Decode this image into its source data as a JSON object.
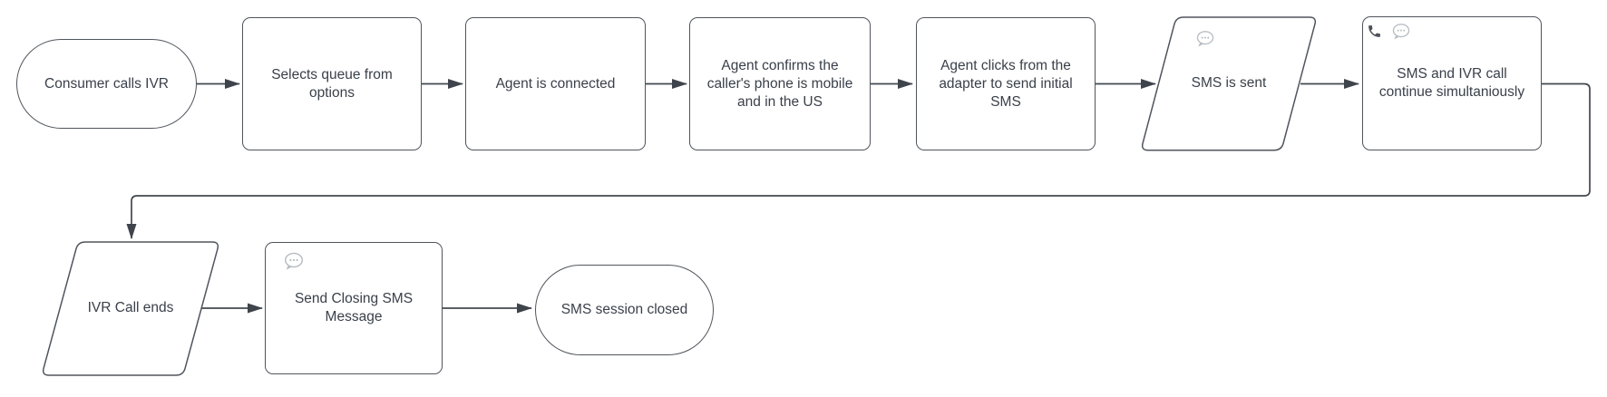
{
  "diagram": {
    "title": "IVR SMS call flowchart",
    "background": "#ffffff"
  },
  "colors": {
    "shape_fill": "#ffffff",
    "shape_border": "#50555c",
    "text": "#3a404a",
    "connector": "#43484f",
    "arrowhead": "#3f444c",
    "icon_gray": "#b9bec4",
    "icon_dark": "#4d525a"
  },
  "nodes": [
    {
      "id": "consumer-calls-ivr",
      "shape": "terminator",
      "label": "Consumer calls IVR",
      "icons": []
    },
    {
      "id": "selects-queue",
      "shape": "process",
      "label": "Selects queue from options",
      "icons": []
    },
    {
      "id": "agent-connected",
      "shape": "process",
      "label": "Agent is connected",
      "icons": []
    },
    {
      "id": "agent-confirms",
      "shape": "process",
      "label": "Agent confirms the caller's phone is mobile and in the US",
      "icons": []
    },
    {
      "id": "agent-clicks-sms",
      "shape": "process",
      "label": "Agent clicks from the adapter to send initial SMS",
      "icons": []
    },
    {
      "id": "sms-is-sent",
      "shape": "data-parallelogram",
      "label": "SMS is sent",
      "icons": [
        "chat-bubble-icon"
      ]
    },
    {
      "id": "sms-ivr-continue",
      "shape": "process",
      "label": "SMS and IVR call continue simultaniously",
      "icons": [
        "phone-icon",
        "chat-bubble-icon"
      ]
    },
    {
      "id": "ivr-call-ends",
      "shape": "data-parallelogram",
      "label": "IVR Call ends",
      "icons": []
    },
    {
      "id": "send-closing-sms",
      "shape": "process",
      "label": "Send Closing SMS Message",
      "icons": [
        "chat-bubble-icon"
      ]
    },
    {
      "id": "sms-session-closed",
      "shape": "terminator",
      "label": "SMS session closed",
      "icons": []
    }
  ],
  "edges": [
    {
      "from": "consumer-calls-ivr",
      "to": "selects-queue"
    },
    {
      "from": "selects-queue",
      "to": "agent-connected"
    },
    {
      "from": "agent-connected",
      "to": "agent-confirms"
    },
    {
      "from": "agent-confirms",
      "to": "agent-clicks-sms"
    },
    {
      "from": "agent-clicks-sms",
      "to": "sms-is-sent"
    },
    {
      "from": "sms-is-sent",
      "to": "sms-ivr-continue"
    },
    {
      "from": "sms-ivr-continue",
      "to": "ivr-call-ends"
    },
    {
      "from": "ivr-call-ends",
      "to": "send-closing-sms"
    },
    {
      "from": "send-closing-sms",
      "to": "sms-session-closed"
    }
  ]
}
